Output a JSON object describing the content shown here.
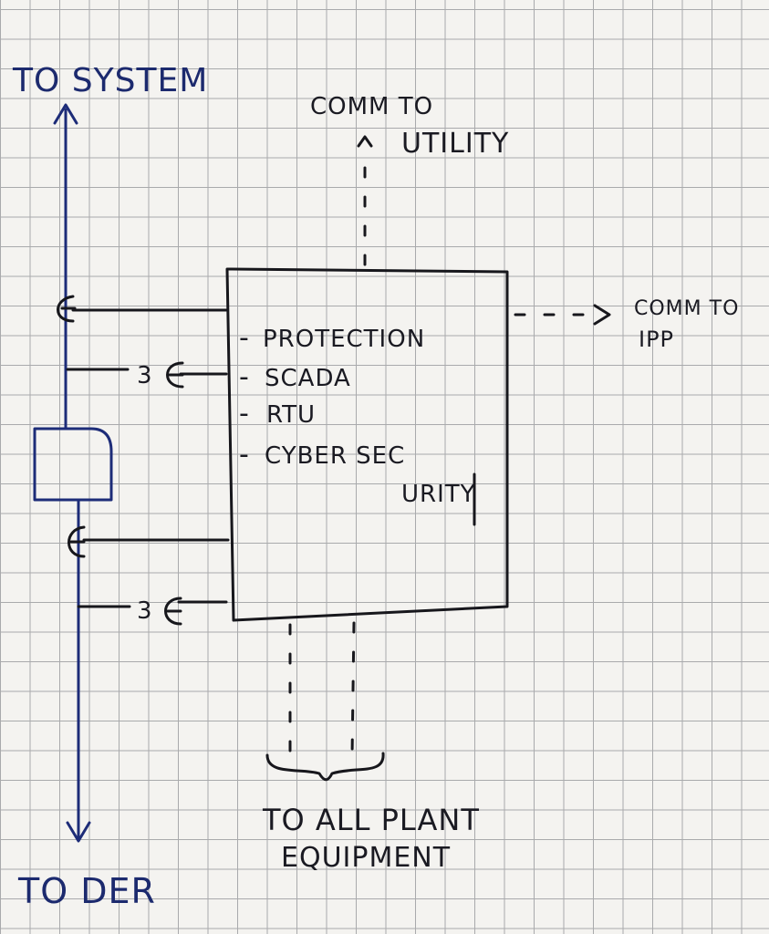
{
  "labels": {
    "to_system": "TO SYSTEM",
    "to_der": "TO DER",
    "comm_to_utility_line1": "COMM TO",
    "comm_to_utility_line2": "UTILITY",
    "comm_to_ipp_line1": "COMM TO",
    "comm_to_ipp_line2": "IPP",
    "to_all_plant_line1": "TO ALL PLANT",
    "to_all_plant_line2": "EQUIPMENT",
    "ct_label_upper": "3",
    "ct_label_lower": "3"
  },
  "controller_box": {
    "items": [
      "PROTECTION",
      "SCADA",
      "RTU",
      "CYBER SEC"
    ],
    "wrap_text": "URITY",
    "bullet": "-"
  },
  "colors": {
    "ink": "#17171c",
    "blue_ink": "#1d2c78",
    "paper": "#f4f3f0",
    "grid": "#a9aaac"
  }
}
